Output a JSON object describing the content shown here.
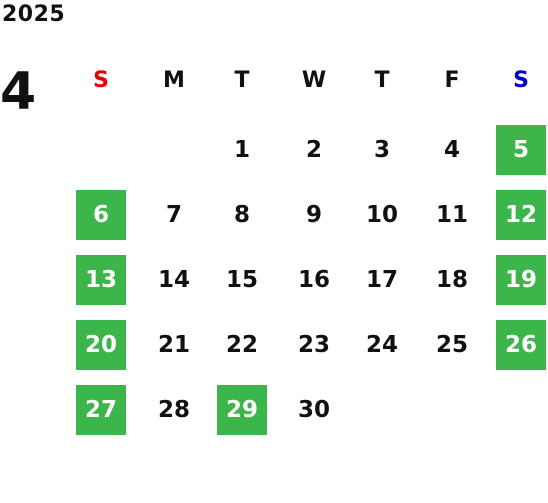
{
  "year": "2025",
  "month": "4",
  "colors": {
    "sunday_header": "#e60000",
    "saturday_header": "#0000cc",
    "highlight_bg": "#3cb54a",
    "highlight_text": "#ffffff",
    "text": "#111111"
  },
  "weekdays": [
    "S",
    "M",
    "T",
    "W",
    "T",
    "F",
    "S"
  ],
  "first_weekday_index": 2,
  "days_in_month": 30,
  "highlighted_days": [
    5,
    6,
    12,
    13,
    19,
    20,
    26,
    27,
    29
  ]
}
